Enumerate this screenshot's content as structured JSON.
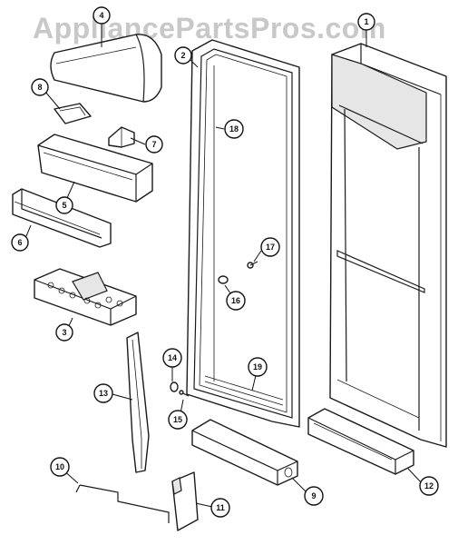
{
  "watermark": "AppliancePartsPros.com",
  "callouts": [
    {
      "id": "c1",
      "label": "1"
    },
    {
      "id": "c2",
      "label": "2"
    },
    {
      "id": "c4",
      "label": "4"
    },
    {
      "id": "c8",
      "label": "8"
    },
    {
      "id": "c7",
      "label": "7"
    },
    {
      "id": "c5",
      "label": "5"
    },
    {
      "id": "c6",
      "label": "6"
    },
    {
      "id": "c3",
      "label": "3"
    },
    {
      "id": "c18",
      "label": "18"
    },
    {
      "id": "c17",
      "label": "17"
    },
    {
      "id": "c16",
      "label": "16"
    },
    {
      "id": "c14",
      "label": "14"
    },
    {
      "id": "c13",
      "label": "13"
    },
    {
      "id": "c15",
      "label": "15"
    },
    {
      "id": "c19",
      "label": "19"
    },
    {
      "id": "c10",
      "label": "10"
    },
    {
      "id": "c11",
      "label": "11"
    },
    {
      "id": "c9",
      "label": "9"
    },
    {
      "id": "c12",
      "label": "12"
    }
  ]
}
